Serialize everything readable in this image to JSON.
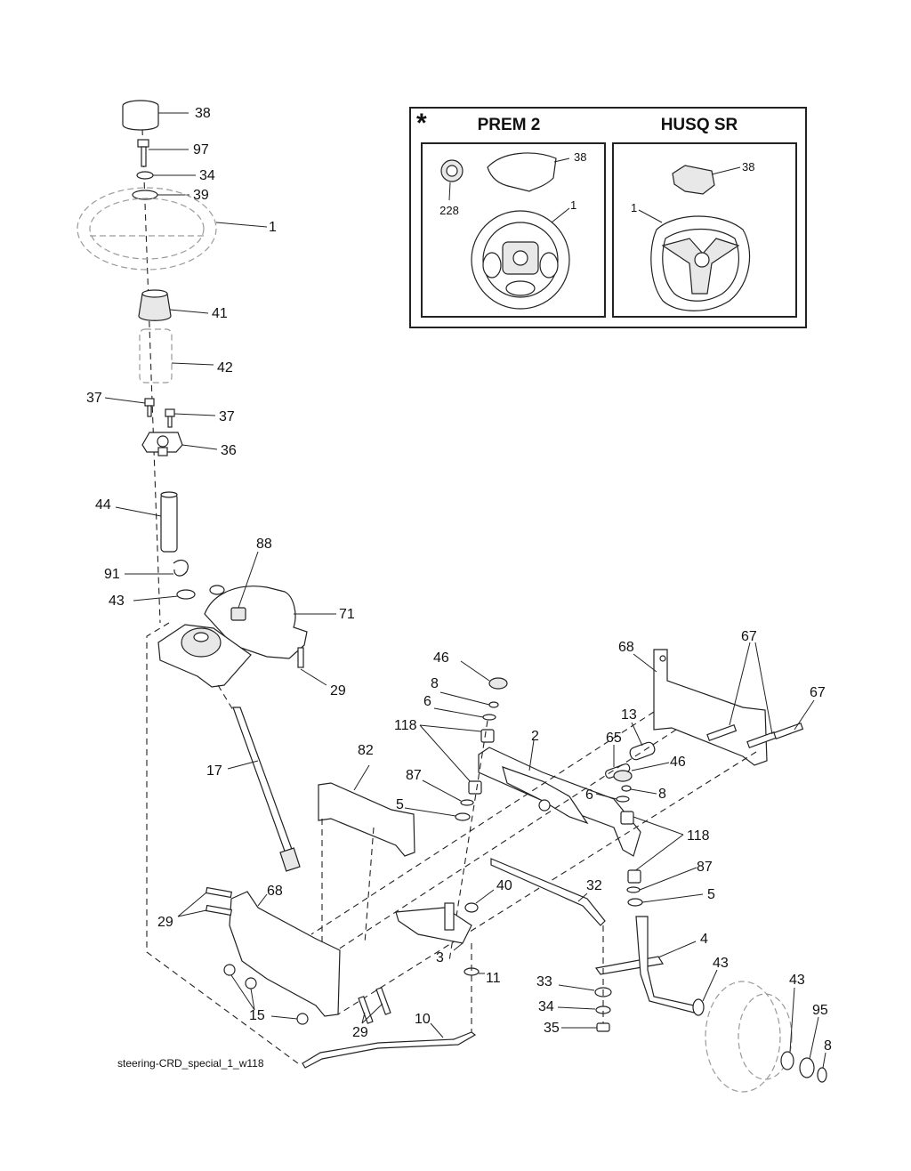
{
  "inset": {
    "marker": "*",
    "headers": [
      "PREM 2",
      "HUSQ SR"
    ],
    "prem2_labels": [
      "38",
      "228",
      "1"
    ],
    "husq_labels": [
      "38",
      "1"
    ]
  },
  "callouts": {
    "c38": "38",
    "c97": "97",
    "c34": "34",
    "c39": "39",
    "c1": "1",
    "c41": "41",
    "c42": "42",
    "c37a": "37",
    "c37b": "37",
    "c36": "36",
    "c44": "44",
    "c88": "88",
    "c91": "91",
    "c43a": "43",
    "c71": "71",
    "c29a": "29",
    "c17": "17",
    "c46a": "46",
    "c8a": "8",
    "c6a": "6",
    "c118a": "118",
    "c2": "2",
    "c13": "13",
    "c65": "65",
    "c46b": "46",
    "c6b": "6",
    "c8b": "8",
    "c118b": "118",
    "c68a": "68",
    "c67a": "67",
    "c67b": "67",
    "c82": "82",
    "c87a": "87",
    "c5a": "5",
    "c87b": "87",
    "c5b": "5",
    "c40": "40",
    "c32": "32",
    "c3": "3",
    "c4": "4",
    "c43b": "43",
    "c43c": "43",
    "c11": "11",
    "c33": "33",
    "c34b": "34",
    "c35": "35",
    "c95": "95",
    "c8c": "8",
    "c68b": "68",
    "c29b": "29",
    "c15": "15",
    "c29c": "29",
    "c10": "10"
  },
  "footer": "steering-CRD_special_1_w118"
}
